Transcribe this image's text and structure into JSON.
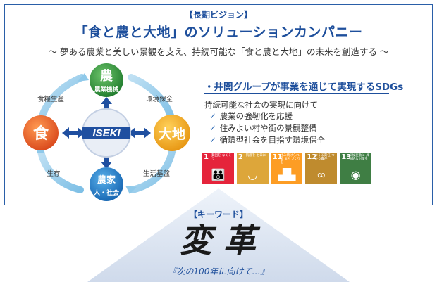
{
  "header": {
    "vision_tag": "【長期ビジョン】",
    "headline": "「食と農と大地」のソリューションカンパニー",
    "subline": "〜 夢ある農業と美しい景観を支え、持続可能な「食と農と大地」の未来を創造する 〜"
  },
  "cycle": {
    "top": {
      "char": "農",
      "label": "農業機械",
      "color": "#2e8b3a"
    },
    "left": {
      "char": "食",
      "color": "#e8581c"
    },
    "right": {
      "char": "大地",
      "color": "#f2a516"
    },
    "bottom": {
      "char": "農家",
      "label": "人・社会",
      "color": "#1b78c2"
    },
    "center": {
      "logo": "ISEKI",
      "color": "#1f4fa0"
    },
    "labels": {
      "top_left": "食糧生産",
      "top_right": "環境保全",
      "bottom_left": "生存",
      "bottom_right": "生活基盤"
    }
  },
  "sdgs": {
    "title": "・井関グループが事業を通じて実現するSDGs",
    "intro": "持続可能な社会の実現に向けて",
    "items": [
      "農業の強靭化を応援",
      "住みよい村や街の景観整備",
      "循環型社会を目指す環境保全"
    ],
    "goals": [
      {
        "num": "1",
        "text": "貧困を なくそう",
        "color": "#e5243b",
        "icon": "person-family-icon",
        "glyph": "👪"
      },
      {
        "num": "2",
        "text": "飢餓を ゼロに",
        "color": "#dda63a",
        "icon": "bowl-icon",
        "glyph": "◡"
      },
      {
        "num": "11",
        "text": "住み続けられる まちづくりを",
        "color": "#fd9d24",
        "icon": "city-icon",
        "glyph": "▟▙"
      },
      {
        "num": "12",
        "text": "つくる責任 つかう責任",
        "color": "#bf8b2e",
        "icon": "infinity-icon",
        "glyph": "∞"
      },
      {
        "num": "13",
        "text": "気候変動に 具体的な対策を",
        "color": "#3f7e44",
        "icon": "eye-icon",
        "glyph": "◉"
      }
    ]
  },
  "keyword": {
    "label": "【キーワード】",
    "brush_chars": [
      "変",
      "革"
    ],
    "sub": "『次の100年に向けて…』"
  }
}
